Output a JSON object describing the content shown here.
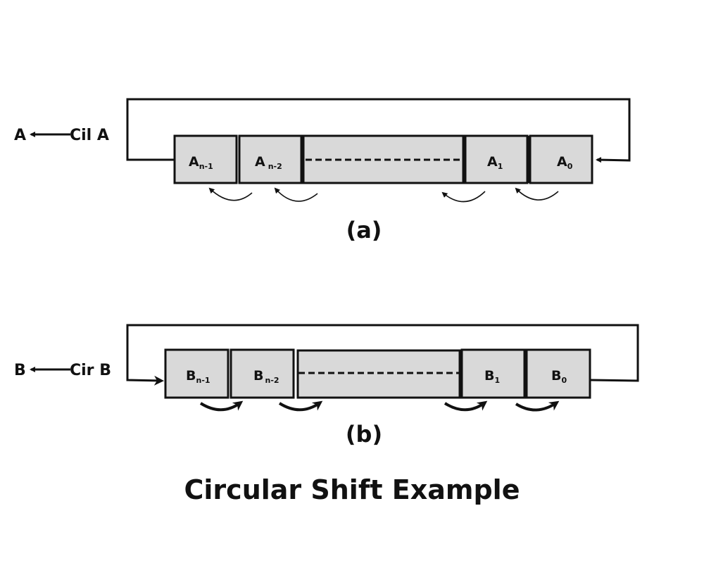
{
  "diagram": {
    "title": "Circular Shift Example",
    "colors": {
      "cell_fill": "#d9d9d9",
      "stroke": "#111111",
      "background": "#ffffff"
    },
    "panels": [
      {
        "id": "a",
        "caption": "(a)",
        "output_label": "A",
        "control_label": "Cil A",
        "direction": "left",
        "cells": [
          {
            "main": "A",
            "sub": "n-1"
          },
          {
            "main": "A",
            "sub": "n-2"
          },
          {
            "main": "",
            "sub": "",
            "ellipsis": true
          },
          {
            "main": "A",
            "sub": "1"
          },
          {
            "main": "A",
            "sub": "0"
          }
        ]
      },
      {
        "id": "b",
        "caption": "(b)",
        "output_label": "B",
        "control_label": "Cir B",
        "direction": "right",
        "cells": [
          {
            "main": "B",
            "sub": "n-1"
          },
          {
            "main": "B",
            "sub": "n-2"
          },
          {
            "main": "",
            "sub": "",
            "ellipsis": true
          },
          {
            "main": "B",
            "sub": "1"
          },
          {
            "main": "B",
            "sub": "0"
          }
        ]
      }
    ]
  }
}
